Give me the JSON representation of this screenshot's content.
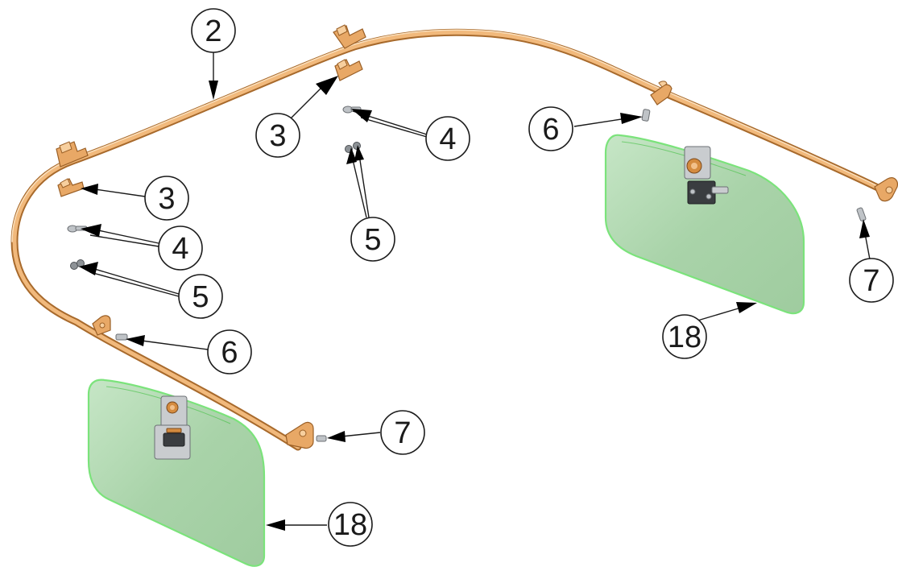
{
  "callouts": [
    {
      "id": "c2",
      "label": "2"
    },
    {
      "id": "c3a",
      "label": "3"
    },
    {
      "id": "c3b",
      "label": "3"
    },
    {
      "id": "c4a",
      "label": "4"
    },
    {
      "id": "c4b",
      "label": "4"
    },
    {
      "id": "c5a",
      "label": "5"
    },
    {
      "id": "c5b",
      "label": "5"
    },
    {
      "id": "c6a",
      "label": "6"
    },
    {
      "id": "c6b",
      "label": "6"
    },
    {
      "id": "c7a",
      "label": "7"
    },
    {
      "id": "c7b",
      "label": "7"
    },
    {
      "id": "c18a",
      "label": "18"
    },
    {
      "id": "c18b",
      "label": "18"
    }
  ],
  "colors": {
    "rail": "#e8a866",
    "visor": "#b9dcb9",
    "visor_edge": "#7be37b",
    "callout_stroke": "#1a1a1a"
  }
}
